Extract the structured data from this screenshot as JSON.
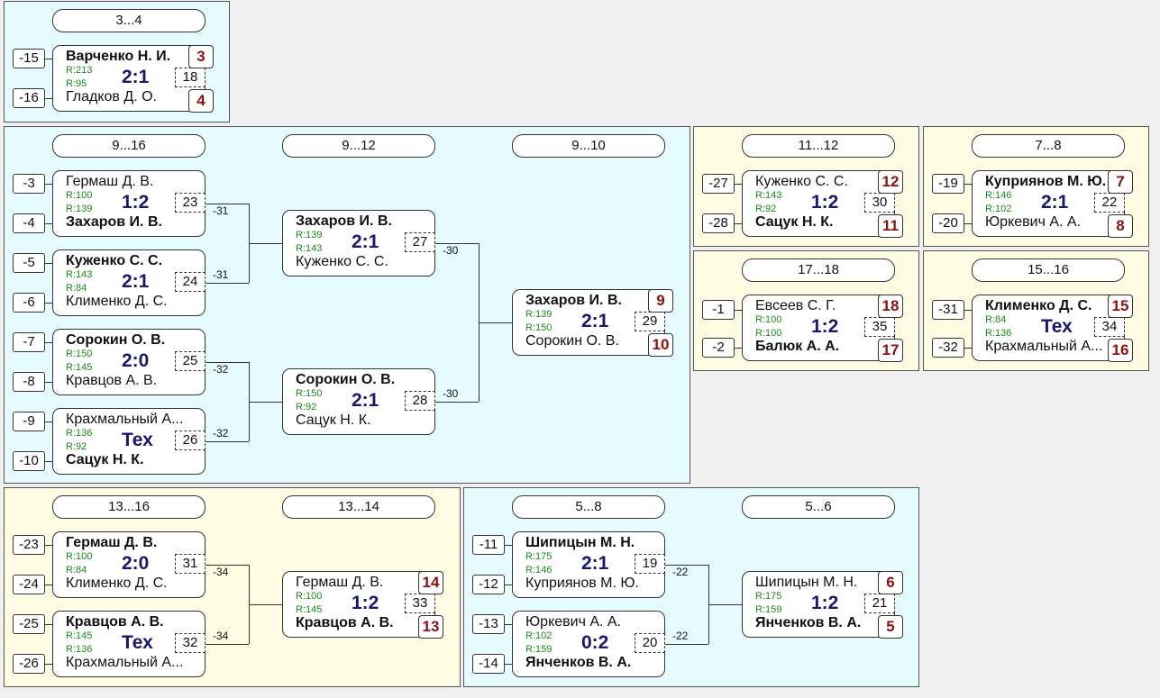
{
  "panels": {
    "p34": {
      "stages": [
        "3...4"
      ]
    },
    "p916": {
      "stages": [
        "9...16",
        "9...12",
        "9...10"
      ]
    },
    "p1112": {
      "stages": [
        "11...12"
      ]
    },
    "p78": {
      "stages": [
        "7...8"
      ]
    },
    "p1718": {
      "stages": [
        "17...18"
      ]
    },
    "p1516": {
      "stages": [
        "15...16"
      ]
    },
    "p1316": {
      "stages": [
        "13...16",
        "13...14"
      ]
    },
    "p58": {
      "stages": [
        "5...8",
        "5...6"
      ]
    }
  },
  "matches": {
    "m18": {
      "num": "18",
      "p1": "Варченко Н. И.",
      "r1": "R:213",
      "p2": "Гладков Д. О.",
      "r2": "R:95",
      "score": "2:1",
      "winner": 1,
      "place1": "3",
      "place2": "4",
      "seed1": "-15",
      "seed2": "-16"
    },
    "m23": {
      "num": "23",
      "p1": "Гермаш Д. В.",
      "r1": "R:100",
      "p2": "Захаров И. В.",
      "r2": "R:139",
      "score": "1:2",
      "winner": 2,
      "seed1": "-3",
      "seed2": "-4",
      "loser": "-31"
    },
    "m24": {
      "num": "24",
      "p1": "Куженко С. С.",
      "r1": "R:143",
      "p2": "Клименко Д. С.",
      "r2": "R:84",
      "score": "2:1",
      "winner": 1,
      "seed1": "-5",
      "seed2": "-6",
      "loser": "-31"
    },
    "m25": {
      "num": "25",
      "p1": "Сорокин О. В.",
      "r1": "R:150",
      "p2": "Кравцов А. В.",
      "r2": "R:145",
      "score": "2:0",
      "winner": 1,
      "seed1": "-7",
      "seed2": "-8",
      "loser": "-32"
    },
    "m26": {
      "num": "26",
      "p1": "Крахмальный А...",
      "r1": "R:136",
      "p2": "Сацук Н. К.",
      "r2": "R:92",
      "score": "Тех",
      "winner": 2,
      "seed1": "-9",
      "seed2": "-10",
      "loser": "-32"
    },
    "m27": {
      "num": "27",
      "p1": "Захаров И. В.",
      "r1": "R:139",
      "p2": "Куженко С. С.",
      "r2": "R:143",
      "score": "2:1",
      "winner": 1,
      "loser": "-30"
    },
    "m28": {
      "num": "28",
      "p1": "Сорокин О. В.",
      "r1": "R:150",
      "p2": "Сацук Н. К.",
      "r2": "R:92",
      "score": "2:1",
      "winner": 1,
      "loser": "-30"
    },
    "m29": {
      "num": "29",
      "p1": "Захаров И. В.",
      "r1": "R:139",
      "p2": "Сорокин О. В.",
      "r2": "R:150",
      "score": "2:1",
      "winner": 1,
      "place1": "9",
      "place2": "10"
    },
    "m30": {
      "num": "30",
      "p1": "Куженко С. С.",
      "r1": "R:143",
      "p2": "Сацук Н. К.",
      "r2": "R:92",
      "score": "1:2",
      "winner": 2,
      "place1": "12",
      "place2": "11",
      "seed1": "-27",
      "seed2": "-28"
    },
    "m22": {
      "num": "22",
      "p1": "Куприянов М. Ю.",
      "r1": "R:146",
      "p2": "Юркевич А. А.",
      "r2": "R:102",
      "score": "2:1",
      "winner": 1,
      "place1": "7",
      "place2": "8",
      "seed1": "-19",
      "seed2": "-20"
    },
    "m35": {
      "num": "35",
      "p1": "Евсеев С. Г.",
      "r1": "R:100",
      "p2": "Балюк А. А.",
      "r2": "R:100",
      "score": "1:2",
      "winner": 2,
      "place1": "18",
      "place2": "17",
      "seed1": "-1",
      "seed2": "-2"
    },
    "m34": {
      "num": "34",
      "p1": "Клименко Д. С.",
      "r1": "R:84",
      "p2": "Крахмальный А...",
      "r2": "R:136",
      "score": "Тех",
      "winner": 1,
      "place1": "15",
      "place2": "16",
      "seed1": "-31",
      "seed2": "-32"
    },
    "m31": {
      "num": "31",
      "p1": "Гермаш Д. В.",
      "r1": "R:100",
      "p2": "Клименко Д. С.",
      "r2": "R:84",
      "score": "2:0",
      "winner": 1,
      "seed1": "-23",
      "seed2": "-24",
      "loser": "-34"
    },
    "m32": {
      "num": "32",
      "p1": "Кравцов А. В.",
      "r1": "R:145",
      "p2": "Крахмальный А...",
      "r2": "R:136",
      "score": "Тех",
      "winner": 1,
      "seed1": "-25",
      "seed2": "-26",
      "loser": "-34"
    },
    "m33": {
      "num": "33",
      "p1": "Гермаш Д. В.",
      "r1": "R:100",
      "p2": "Кравцов А. В.",
      "r2": "R:145",
      "score": "1:2",
      "winner": 2,
      "place1": "14",
      "place2": "13"
    },
    "m19": {
      "num": "19",
      "p1": "Шипицын М. Н.",
      "r1": "R:175",
      "p2": "Куприянов М. Ю.",
      "r2": "R:146",
      "score": "2:1",
      "winner": 1,
      "seed1": "-11",
      "seed2": "-12",
      "loser": "-22"
    },
    "m20": {
      "num": "20",
      "p1": "Юркевич А. А.",
      "r1": "R:102",
      "p2": "Янченков В. А.",
      "r2": "R:159",
      "score": "0:2",
      "winner": 2,
      "seed1": "-13",
      "seed2": "-14",
      "loser": "-22"
    },
    "m21": {
      "num": "21",
      "p1": "Шипицын М. Н.",
      "r1": "R:175",
      "p2": "Янченков В. А.",
      "r2": "R:159",
      "score": "1:2",
      "winner": 2,
      "place1": "6",
      "place2": "5"
    }
  }
}
